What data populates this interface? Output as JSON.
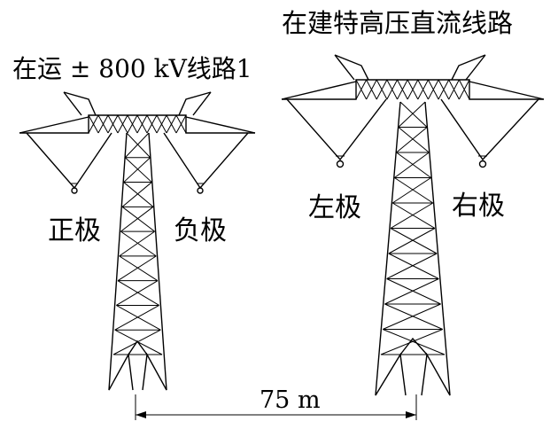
{
  "labels": {
    "title_right": "在建特高压直流线路",
    "title_left": "在运 ± 800 kV线路1",
    "left_tower_left_pole": "正极",
    "left_tower_right_pole": "负极",
    "right_tower_left_pole": "左极",
    "right_tower_right_pole": "右极",
    "distance": "75 m"
  }
}
